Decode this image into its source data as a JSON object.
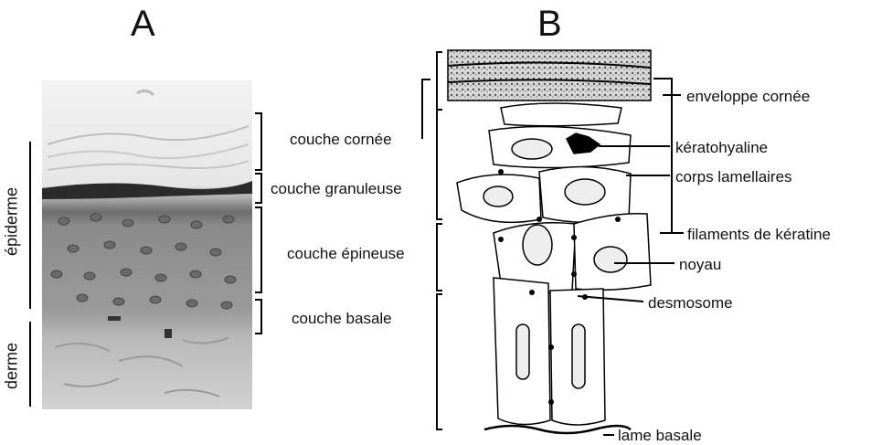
{
  "panels": {
    "a_letter": "A",
    "b_letter": "B"
  },
  "side_labels": {
    "epiderme": "épiderme",
    "derme": "derme"
  },
  "layers": {
    "cornee": "couche cornée",
    "granuleuse": "couche granuleuse",
    "epineuse": "couche épineuse",
    "basale": "couche basale"
  },
  "structures": {
    "enveloppe": "enveloppe cornée",
    "keratohyaline": "kératohyaline",
    "corps": "corps lamellaires",
    "filaments": "filaments de kératine",
    "noyau": "noyau",
    "desmosome": "desmosome",
    "lame": "lame basale"
  }
}
